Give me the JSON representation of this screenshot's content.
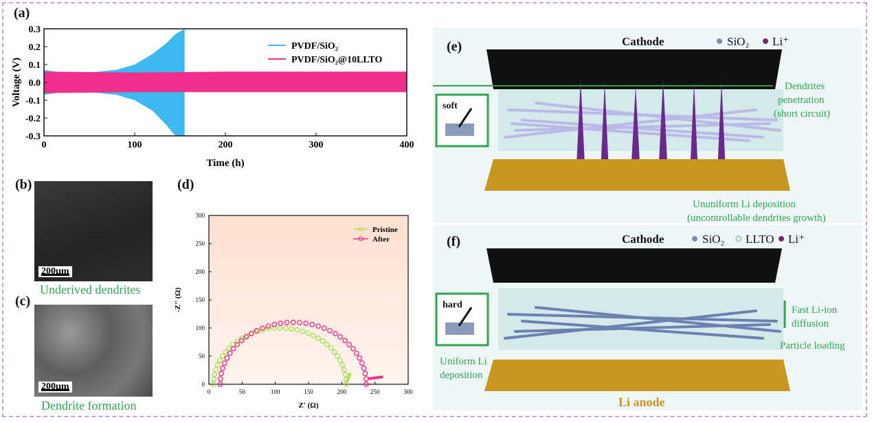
{
  "panels": {
    "a": {
      "label": "(a)",
      "ylabel": "Voltage (V)",
      "xlabel": "Time (h)",
      "legend": [
        "PVDF/SiO₂",
        "PVDF/SiO₂@10LLTO"
      ]
    },
    "b": {
      "label": "(b)",
      "scale": "200μm",
      "caption": "Underived dendrites"
    },
    "c": {
      "label": "(c)",
      "scale": "200μm",
      "caption": "Dendrite formation"
    },
    "d": {
      "label": "(d)",
      "ylabel": "-Z'' (Ω)",
      "xlabel": "Z' (Ω)",
      "legend": [
        "Pristine",
        "After"
      ]
    },
    "e": {
      "label": "(e)",
      "cathode": "Cathode",
      "legend": [
        "SiO₂",
        "Li⁺"
      ],
      "box_label": "soft",
      "annotation1": [
        "Dendrites",
        "penetration",
        "(short circuit)"
      ],
      "annotation2": [
        "Ununiform Li deposition",
        "(uncontrollable dendrites growth)"
      ]
    },
    "f": {
      "label": "(f)",
      "cathode": "Cathode",
      "legend": [
        "SiO₂",
        "LLTO",
        "Li⁺"
      ],
      "box_label": "hard",
      "annotation1": [
        "Fast Li-ion",
        "diffusion"
      ],
      "annotation2": "Particle loading",
      "annotation3": [
        "Uniform Li",
        "deposition"
      ],
      "anode": "Li anode"
    }
  },
  "colors": {
    "blue": "#3fb8f0",
    "pink": "#f0308c",
    "lightgreen": "#a8e05a",
    "green": "#2ea44f",
    "purple": "#6a2a8a",
    "gold": "#c8961e"
  },
  "chart_data": [
    {
      "type": "line",
      "title": "",
      "xlabel": "Time (h)",
      "ylabel": "Voltage (V)",
      "xlim": [
        0,
        400
      ],
      "ylim": [
        -0.3,
        0.3
      ],
      "xticks": [
        "0",
        "100",
        "200",
        "300",
        "400"
      ],
      "yticks": [
        "-0.3",
        "-0.2",
        "-0.1",
        "0.0",
        "0.1",
        "0.2",
        "0.3"
      ],
      "series": [
        {
          "name": "PVDF/SiO₂",
          "x": [
            0,
            20,
            50,
            80,
            100,
            120,
            135,
            145,
            155
          ],
          "upper": [
            0.07,
            0.055,
            0.055,
            0.07,
            0.1,
            0.16,
            0.22,
            0.27,
            0.3
          ],
          "lower": [
            -0.07,
            -0.055,
            -0.055,
            -0.07,
            -0.1,
            -0.16,
            -0.24,
            -0.3,
            -0.3
          ]
        },
        {
          "name": "PVDF/SiO₂@10LLTO",
          "x": [
            0,
            100,
            200,
            300,
            400
          ],
          "upper": [
            0.06,
            0.055,
            0.06,
            0.06,
            0.06
          ],
          "lower": [
            -0.06,
            -0.055,
            -0.055,
            -0.055,
            -0.055
          ]
        }
      ],
      "legend": "top-right"
    },
    {
      "type": "scatter",
      "title": "",
      "xlabel": "Z' (Ω)",
      "ylabel": "-Z'' (Ω)",
      "xlim": [
        0,
        300
      ],
      "ylim": [
        0,
        300
      ],
      "xticks": [
        "0",
        "50",
        "100",
        "150",
        "200",
        "250",
        "300"
      ],
      "yticks": [
        "0",
        "50",
        "100",
        "150",
        "200",
        "250",
        "300"
      ],
      "series": [
        {
          "name": "Pristine",
          "center": 107,
          "radius": 100,
          "tail": [
            [
              208,
              5
            ],
            [
              213,
              20
            ]
          ]
        },
        {
          "name": "After",
          "center": 127,
          "radius": 110,
          "tail": [
            [
              240,
              10
            ],
            [
              262,
              13
            ]
          ]
        }
      ],
      "legend": "top-right"
    }
  ]
}
